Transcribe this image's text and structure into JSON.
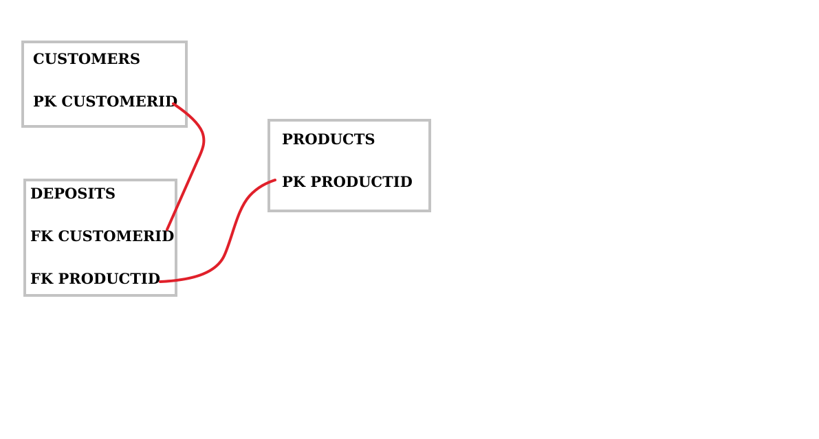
{
  "entities": {
    "customers": {
      "name": "CUSTOMERS",
      "fields": [
        "PK CUSTOMERID"
      ]
    },
    "deposits": {
      "name": "DEPOSITS",
      "fields": [
        "FK CUSTOMERID",
        "FK PRODUCTID"
      ]
    },
    "products": {
      "name": "PRODUCTS",
      "fields": [
        "PK PRODUCTID"
      ]
    }
  },
  "relationships": [
    {
      "from": "deposits.FK CUSTOMERID",
      "to": "customers.PK CUSTOMERID"
    },
    {
      "from": "deposits.FK PRODUCTID",
      "to": "products.PK PRODUCTID"
    }
  ],
  "colors": {
    "box_border": "#c3c3c3",
    "relation_line": "#e0202a",
    "text": "#000000",
    "background": "#ffffff"
  }
}
